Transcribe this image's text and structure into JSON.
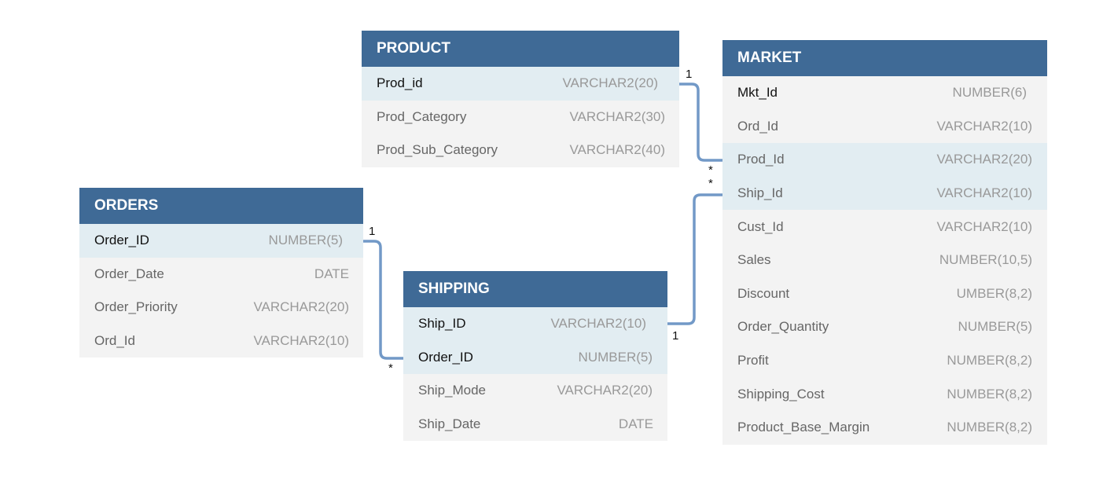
{
  "colors": {
    "header_bg": "#3f6a96",
    "header_text": "#ffffff",
    "body_bg": "#f3f3f3",
    "key_row_bg": "#e2edf2",
    "connector": "#7299c7"
  },
  "entities": {
    "product": {
      "title": "PRODUCT",
      "rows": [
        {
          "name": "Prod_id",
          "type": "VARCHAR2(20)"
        },
        {
          "name": "Prod_Category",
          "type": "VARCHAR2(30)"
        },
        {
          "name": "Prod_Sub_Category",
          "type": "VARCHAR2(40)"
        }
      ]
    },
    "market": {
      "title": "MARKET",
      "rows": [
        {
          "name": "Mkt_Id",
          "type": "NUMBER(6)"
        },
        {
          "name": "Ord_Id",
          "type": "VARCHAR2(10)"
        },
        {
          "name": "Prod_Id",
          "type": "VARCHAR2(20)"
        },
        {
          "name": "Ship_Id",
          "type": "VARCHAR2(10)"
        },
        {
          "name": "Cust_Id",
          "type": "VARCHAR2(10)"
        },
        {
          "name": "Sales",
          "type": "NUMBER(10,5)"
        },
        {
          "name": "Discount",
          "type": "UMBER(8,2)"
        },
        {
          "name": "Order_Quantity",
          "type": "NUMBER(5)"
        },
        {
          "name": "Profit",
          "type": "NUMBER(8,2)"
        },
        {
          "name": "Shipping_Cost",
          "type": "NUMBER(8,2)"
        },
        {
          "name": "Product_Base_Margin",
          "type": "NUMBER(8,2)"
        }
      ]
    },
    "orders": {
      "title": "ORDERS",
      "rows": [
        {
          "name": "Order_ID",
          "type": "NUMBER(5)"
        },
        {
          "name": "Order_Date",
          "type": "DATE"
        },
        {
          "name": "Order_Priority",
          "type": "VARCHAR2(20)"
        },
        {
          "name": "Ord_Id",
          "type": "VARCHAR2(10)"
        }
      ]
    },
    "shipping": {
      "title": "SHIPPING",
      "rows": [
        {
          "name": "Ship_ID",
          "type": "VARCHAR2(10)"
        },
        {
          "name": "Order_ID",
          "type": "NUMBER(5)"
        },
        {
          "name": "Ship_Mode",
          "type": "VARCHAR2(20)"
        },
        {
          "name": "Ship_Date",
          "type": "DATE"
        }
      ]
    }
  },
  "relationships": {
    "product_market": {
      "from_card": "1",
      "to_card": "*"
    },
    "shipping_market": {
      "from_card": "1",
      "to_card": "*"
    },
    "orders_shipping": {
      "from_card": "1",
      "to_card": "*"
    }
  }
}
